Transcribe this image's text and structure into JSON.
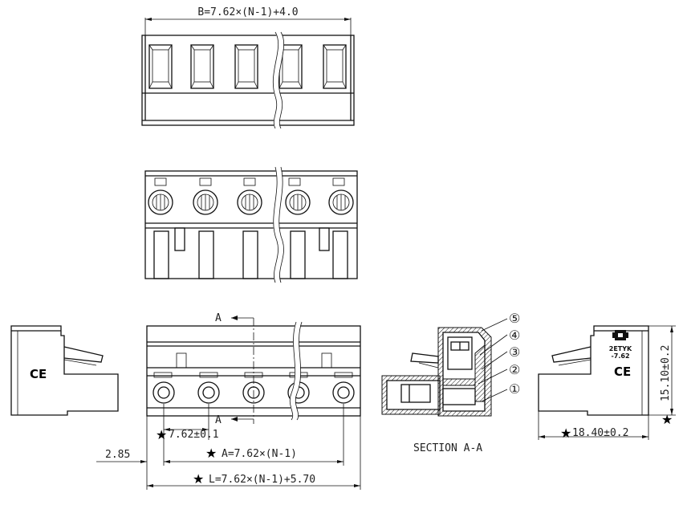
{
  "dimensions": {
    "b_width": "B=7.62×(N-1)+4.0",
    "pitch": "7.62±0.1",
    "a_width": "A=7.62×(N-1)",
    "l_width": "L=7.62×(N-1)+5.70",
    "offset": "2.85",
    "height": "15.10±0.2",
    "depth": "18.40±0.2"
  },
  "section": {
    "title": "SECTION A-A",
    "cut_label": "A",
    "callouts": [
      "⑤",
      "④",
      "③",
      "②",
      "①"
    ]
  },
  "marks": {
    "ce": "CE",
    "model_line1": "2ETYK",
    "model_line2": "-7.62",
    "star": "★"
  },
  "colors": {
    "line": "#111111",
    "background": "#ffffff"
  }
}
